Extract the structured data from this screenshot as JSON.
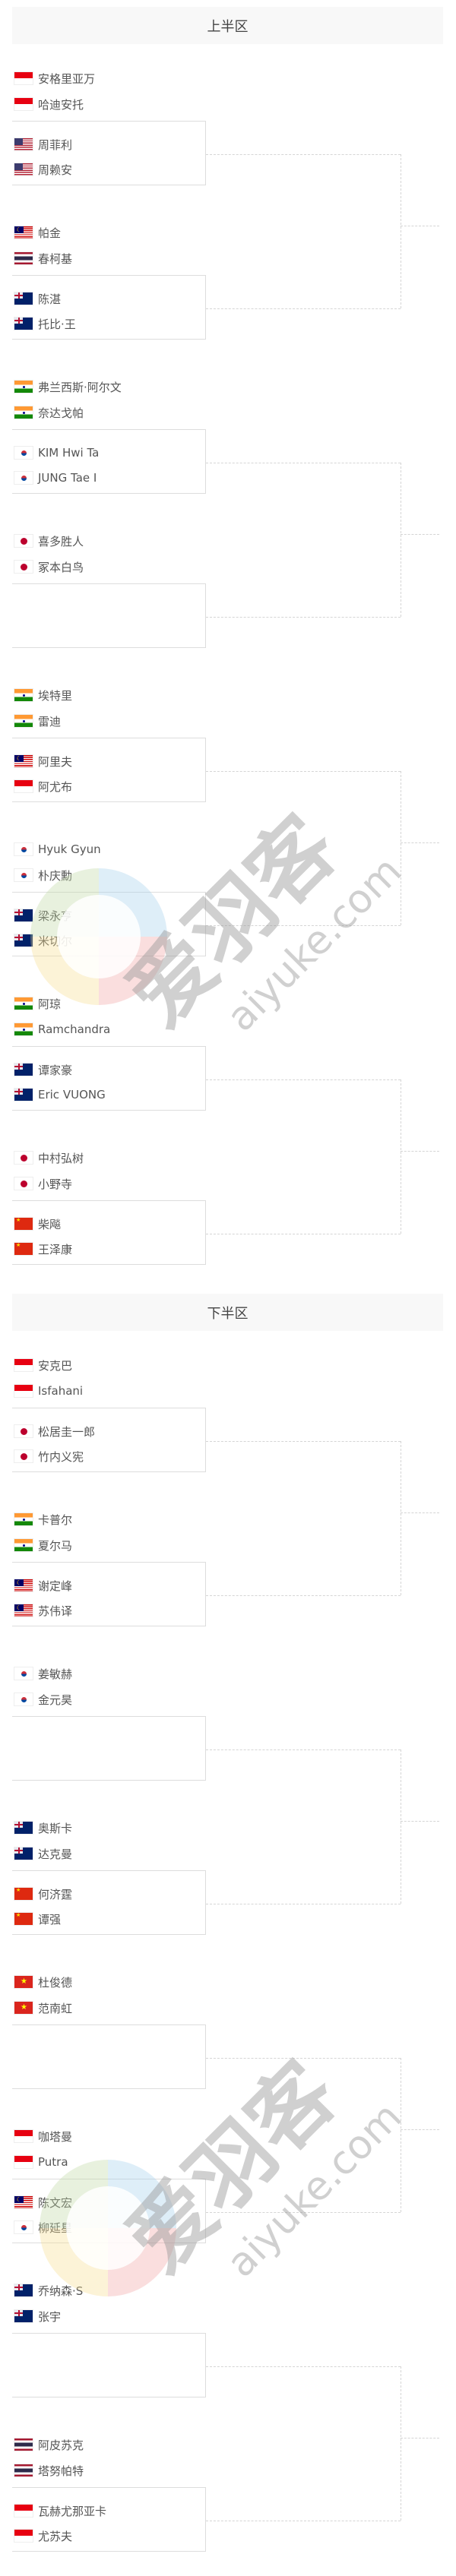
{
  "halves": [
    {
      "title": "上半区",
      "groups": [
        {
          "top": [
            {
              "name": "安格里亚万",
              "country": "ID"
            },
            {
              "name": "哈迪安托",
              "country": "ID"
            }
          ],
          "box": [
            {
              "name": "周菲利",
              "country": "US"
            },
            {
              "name": "周赖安",
              "country": "US"
            }
          ]
        },
        {
          "top": [
            {
              "name": "帕金",
              "country": "MY"
            },
            {
              "name": "春柯基",
              "country": "TH"
            }
          ],
          "box": [
            {
              "name": "陈湛",
              "country": "AU"
            },
            {
              "name": "托比·王",
              "country": "AU"
            }
          ]
        },
        {
          "top": [
            {
              "name": "弗兰西斯·阿尔文",
              "country": "IN"
            },
            {
              "name": "奈达戈帕",
              "country": "IN"
            }
          ],
          "box": [
            {
              "name": "KIM Hwi Ta",
              "country": "KR"
            },
            {
              "name": "JUNG Tae I",
              "country": "KR"
            }
          ]
        },
        {
          "top": [
            {
              "name": "喜多胜人",
              "country": "JP"
            },
            {
              "name": "冢本白鸟",
              "country": "JP"
            }
          ],
          "box": []
        },
        {
          "top": [
            {
              "name": "埃特里",
              "country": "IN"
            },
            {
              "name": "雷迪",
              "country": "IN"
            }
          ],
          "box": [
            {
              "name": "阿里夫",
              "country": "MY"
            },
            {
              "name": "阿尤布",
              "country": "ID"
            }
          ]
        },
        {
          "top": [
            {
              "name": "Hyuk Gyun",
              "country": "KR"
            },
            {
              "name": "朴庆勳",
              "country": "KR"
            }
          ],
          "box": [
            {
              "name": "梁永亨",
              "country": "AU"
            },
            {
              "name": "米切尔",
              "country": "AU"
            }
          ]
        },
        {
          "top": [
            {
              "name": "阿琼",
              "country": "IN"
            },
            {
              "name": "Ramchandra",
              "country": "IN"
            }
          ],
          "box": [
            {
              "name": "谭家豪",
              "country": "AU"
            },
            {
              "name": "Eric VUONG",
              "country": "AU"
            }
          ]
        },
        {
          "top": [
            {
              "name": "中村弘树",
              "country": "JP"
            },
            {
              "name": "小野寺",
              "country": "JP"
            }
          ],
          "box": [
            {
              "name": "柴飚",
              "country": "CN"
            },
            {
              "name": "王泽康",
              "country": "CN"
            }
          ]
        }
      ]
    },
    {
      "title": "下半区",
      "groups": [
        {
          "top": [
            {
              "name": "安克巴",
              "country": "ID"
            },
            {
              "name": "Isfahani",
              "country": "ID"
            }
          ],
          "box": [
            {
              "name": "松居圭一郎",
              "country": "JP"
            },
            {
              "name": "竹内义宪",
              "country": "JP"
            }
          ]
        },
        {
          "top": [
            {
              "name": "卡普尔",
              "country": "IN"
            },
            {
              "name": "夏尔马",
              "country": "IN"
            }
          ],
          "box": [
            {
              "name": "谢定峰",
              "country": "MY"
            },
            {
              "name": "苏伟译",
              "country": "MY"
            }
          ]
        },
        {
          "top": [
            {
              "name": "姜敏赫",
              "country": "KR"
            },
            {
              "name": "金元昊",
              "country": "KR"
            }
          ],
          "box": []
        },
        {
          "top": [
            {
              "name": "奥斯卡",
              "country": "NZ"
            },
            {
              "name": "达克曼",
              "country": "NZ"
            }
          ],
          "box": [
            {
              "name": "何济霆",
              "country": "CN"
            },
            {
              "name": "谭强",
              "country": "CN"
            }
          ]
        },
        {
          "top": [
            {
              "name": "杜俊德",
              "country": "VN"
            },
            {
              "name": "范南虹",
              "country": "VN"
            }
          ],
          "box": []
        },
        {
          "top": [
            {
              "name": "咖塔曼",
              "country": "ID"
            },
            {
              "name": "Putra",
              "country": "ID"
            }
          ],
          "box": [
            {
              "name": "陈文宏",
              "country": "MY"
            },
            {
              "name": "柳延星",
              "country": "KR"
            }
          ]
        },
        {
          "top": [
            {
              "name": "乔纳森·S",
              "country": "AU"
            },
            {
              "name": "张宇",
              "country": "AU"
            }
          ],
          "box": []
        },
        {
          "top": [
            {
              "name": "阿皮苏克",
              "country": "TH"
            },
            {
              "name": "塔努帕特",
              "country": "TH"
            }
          ],
          "box": [
            {
              "name": "瓦赫尤那亚卡",
              "country": "ID"
            },
            {
              "name": "尤苏夫",
              "country": "ID"
            }
          ]
        }
      ]
    }
  ],
  "watermark": {
    "brand": "爱羽客",
    "url": "aiyuke.com"
  }
}
